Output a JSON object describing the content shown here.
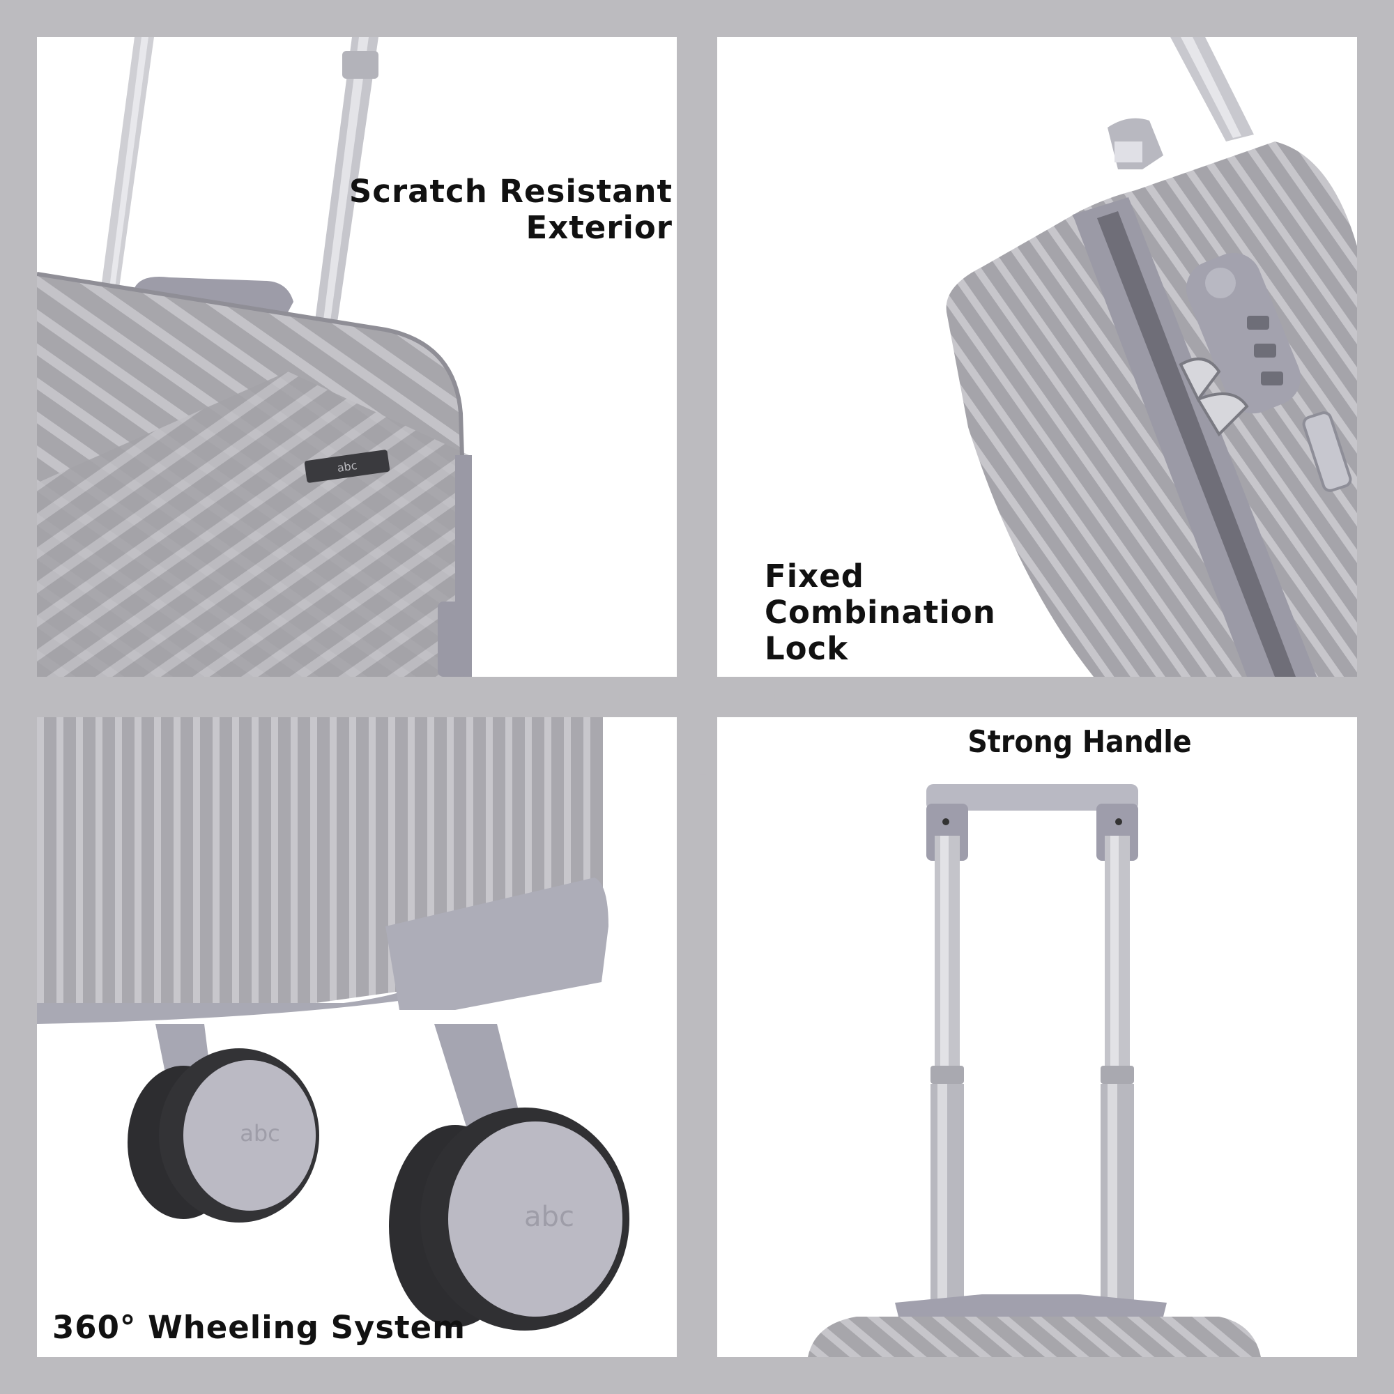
{
  "panels": {
    "exterior": {
      "caption_lines": [
        "Scratch Resistant",
        "Exterior"
      ],
      "logo": "abc"
    },
    "lock": {
      "caption_lines": [
        "Fixed",
        "Combination",
        "Lock"
      ]
    },
    "wheels": {
      "caption": "360° Wheeling System",
      "logo": "abc"
    },
    "handle": {
      "caption": "Strong Handle"
    }
  },
  "colors": {
    "background": "#bcbbbf",
    "panel": "#ffffff",
    "shell": "#a9a8ad",
    "trim": "#9c9ca8",
    "tire": "#2d2d30"
  }
}
